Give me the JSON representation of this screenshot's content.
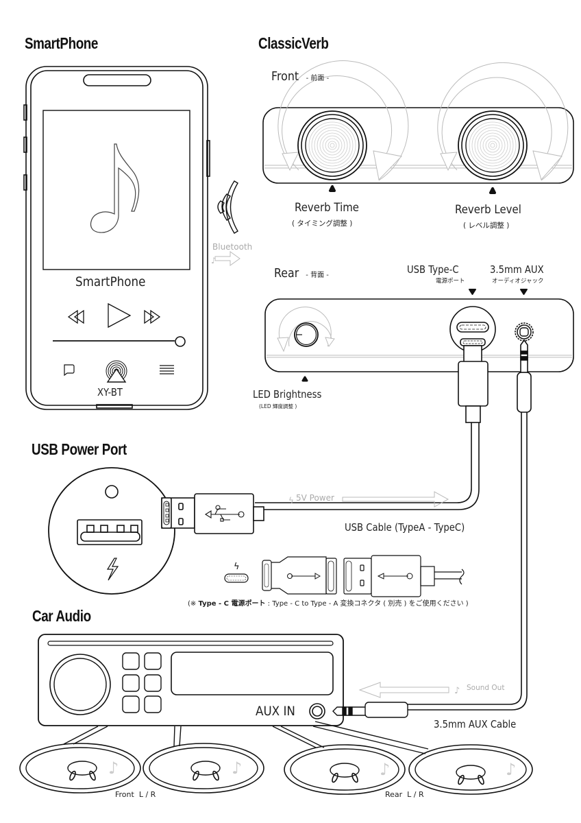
{
  "sections": {
    "smartphone": "SmartPhone",
    "classicverb": "ClassicVerb",
    "usb_power_port": "USB Power Port",
    "car_audio": "Car Audio"
  },
  "phone": {
    "screen_title": "SmartPhone",
    "device_name": "XY-BT",
    "playback_progress": 1.0,
    "icons": [
      "music-note-icon",
      "rewind-icon",
      "play-icon",
      "fast-forward-icon",
      "chat-icon",
      "airplay-icon",
      "menu-icon"
    ]
  },
  "bluetooth": {
    "label": "Bluetooth"
  },
  "front": {
    "title": "Front",
    "subtitle": "- 前面 -",
    "knob_left": {
      "label": "Reverb Time",
      "sub": "( タイミング調整 )"
    },
    "knob_right": {
      "label": "Reverb Level",
      "sub": "( レベル調整 )"
    }
  },
  "rear": {
    "title": "Rear",
    "subtitle": "- 背面 -",
    "usb": {
      "label": "USB Type-C",
      "sub": "電源ポート"
    },
    "aux": {
      "label": "3.5mm AUX",
      "sub": "オーディオジャック"
    },
    "led": {
      "label": "LED Brightness",
      "sub": "(LED 輝度調整 )"
    }
  },
  "power": {
    "flow_label": "5V Power",
    "cable_label": "USB Cable (TypeA - TypeC)"
  },
  "note": {
    "prefix": "(※ ",
    "bold": "Type - C 電源ポート",
    "text": " : Type - C to Type - A 変換コネクタ ( 別売 ) をご使用ください )"
  },
  "car": {
    "aux_in": "AUX IN",
    "sound_out": "Sound Out",
    "aux_cable": "3.5mm AUX Cable",
    "front_speakers": "Front  L / R",
    "rear_speakers": "Rear  L / R"
  }
}
